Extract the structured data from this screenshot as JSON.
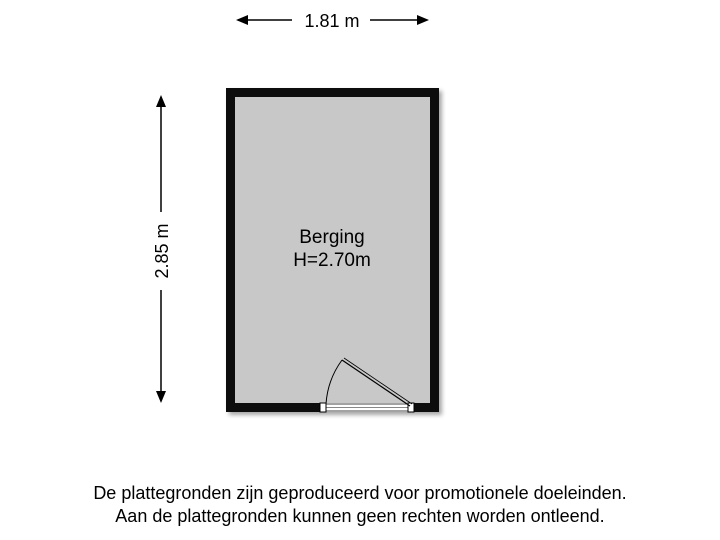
{
  "dimensions": {
    "width_label": "1.81 m",
    "height_label": "2.85 m"
  },
  "room": {
    "name": "Berging",
    "height_label": "H=2.70m"
  },
  "disclaimer": {
    "line1": "De plattegronden zijn geproduceerd voor promotionele doeleinden.",
    "line2": "Aan de plattegronden kunnen geen rechten worden ontleend."
  },
  "colors": {
    "wall": "#111111",
    "floor": "#c8c8c8",
    "line": "#000000",
    "background": "#ffffff"
  }
}
